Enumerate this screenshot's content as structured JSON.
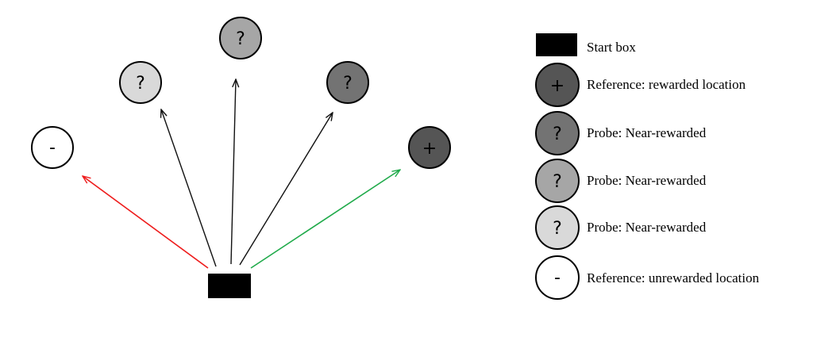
{
  "diagram": {
    "start_box_color": "#000000",
    "arrow_colors": {
      "unrewarded": "#ee1c1c",
      "rewarded": "#1faa4a",
      "probe": "#111111"
    },
    "targets": [
      {
        "id": "unrewarded",
        "symbol": "-",
        "fill": "#ffffff"
      },
      {
        "id": "probe-light",
        "symbol": "?",
        "fill": "#d9d9d9"
      },
      {
        "id": "probe-mid",
        "symbol": "?",
        "fill": "#a6a6a6"
      },
      {
        "id": "probe-dark",
        "symbol": "?",
        "fill": "#737373"
      },
      {
        "id": "rewarded",
        "symbol": "+",
        "fill": "#555555"
      }
    ]
  },
  "legend": {
    "start_box": "Start box",
    "rewarded": {
      "symbol": "+",
      "label": "Reference: rewarded location",
      "fill": "#555555"
    },
    "probe_dark": {
      "symbol": "?",
      "label": "Probe: Near-rewarded",
      "fill": "#737373"
    },
    "probe_mid": {
      "symbol": "?",
      "label": "Probe: Near-rewarded",
      "fill": "#a6a6a6"
    },
    "probe_light": {
      "symbol": "?",
      "label": "Probe: Near-rewarded",
      "fill": "#d9d9d9"
    },
    "unrewarded": {
      "symbol": "-",
      "label": "Reference: unrewarded location",
      "fill": "#ffffff"
    }
  }
}
